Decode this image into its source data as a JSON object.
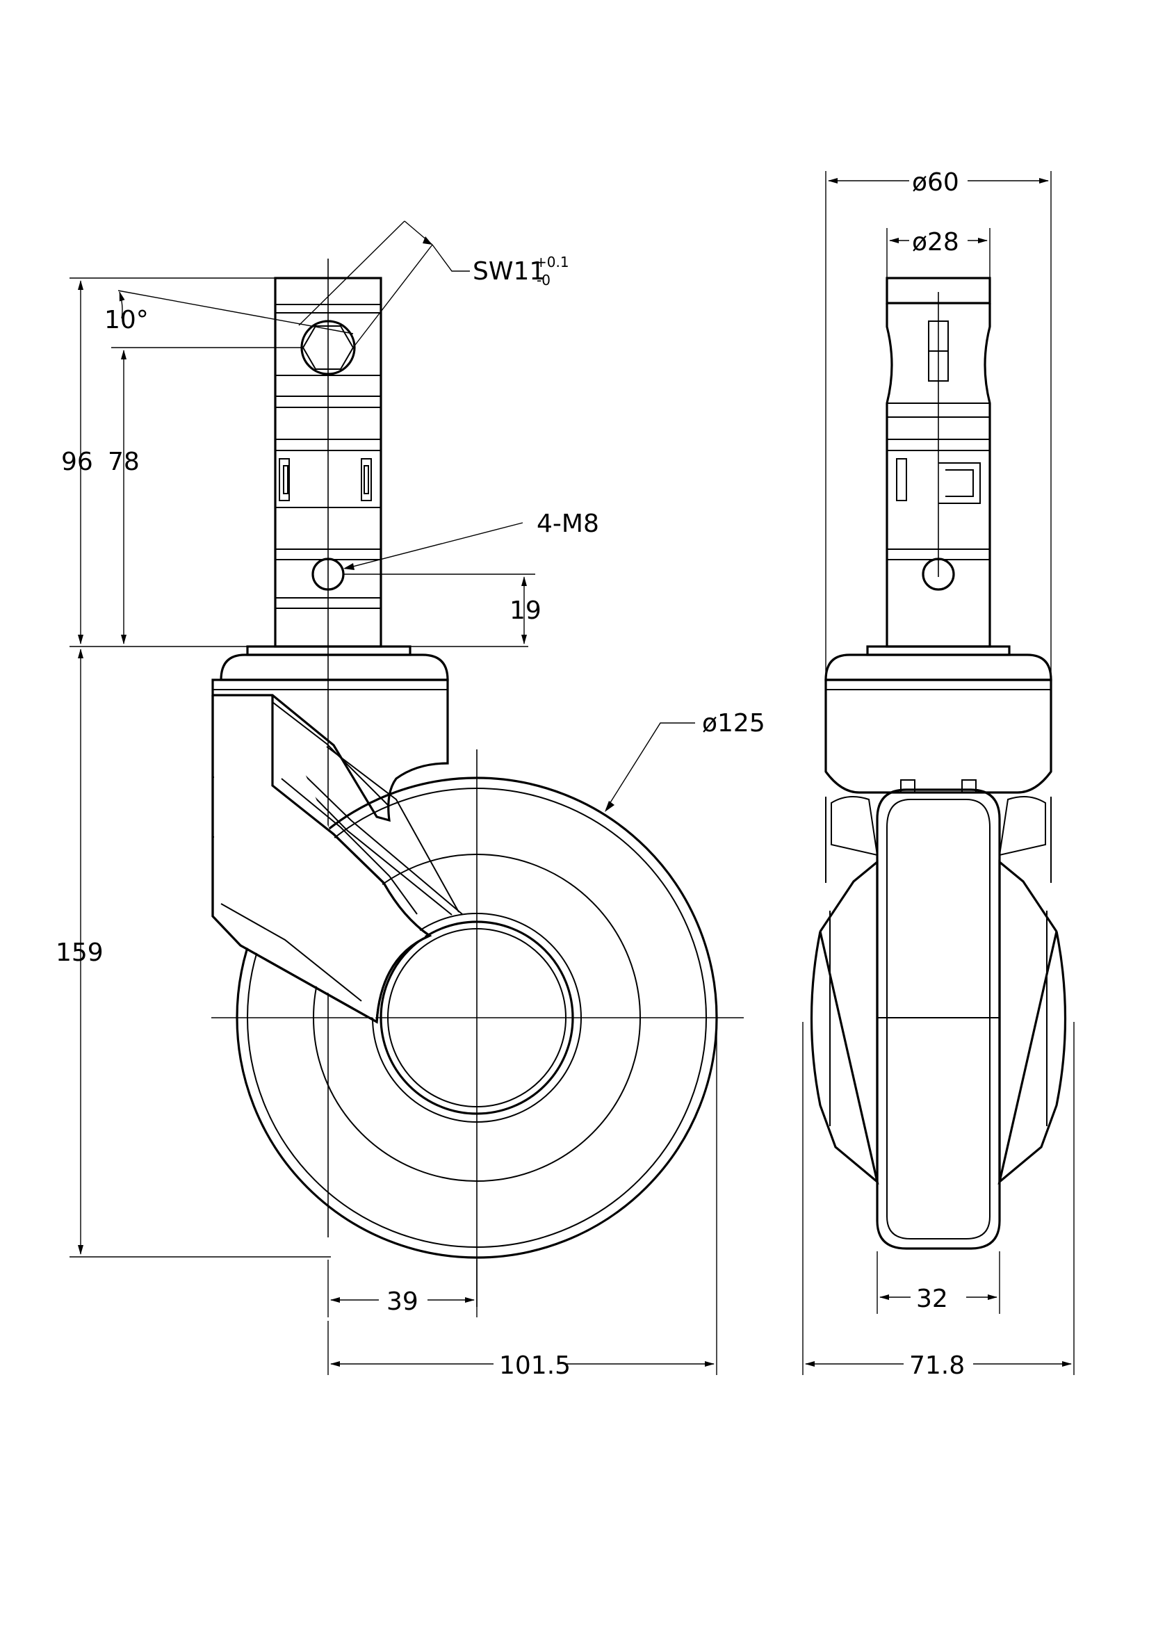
{
  "dimensions": {
    "angle": "10°",
    "hex_socket": {
      "label": "SW11",
      "tol_upper": "+0.1",
      "tol_lower": "-0"
    },
    "overall_stem": "96",
    "stem_length": "78",
    "bolt_holes": "4-M8",
    "hole_offset": "19",
    "overall_height": "159",
    "wheel_diameter": "ø125",
    "swivel_offset": "39",
    "overall_length": "101.5",
    "housing_diameter": "ø60",
    "stem_diameter": "ø28",
    "wheel_width": "32",
    "overall_width": "71.8"
  }
}
